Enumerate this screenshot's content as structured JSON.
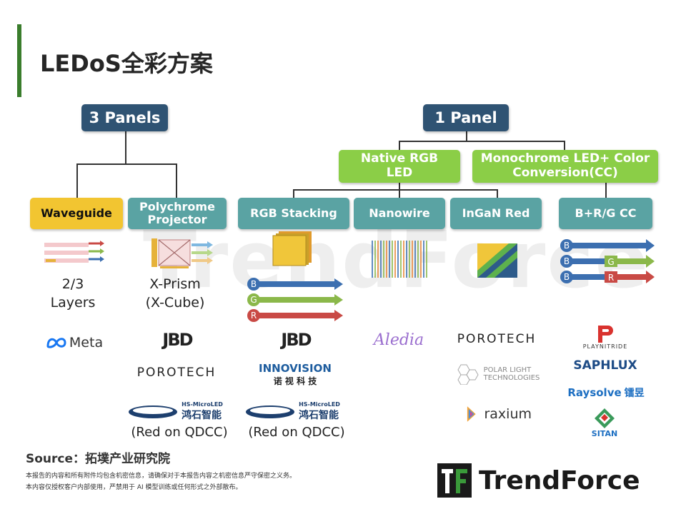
{
  "title": "LEDoS全彩方案",
  "nodes": {
    "three_panels": "3 Panels",
    "one_panel": "1 Panel",
    "native_rgb": "Native RGB LED",
    "mono_cc": "Monochrome  LED+ Color Conversion(CC)",
    "waveguide": "Waveguide",
    "polychrome": "Polychrome Projector",
    "rgb_stacking": "RGB Stacking",
    "nanowire": "Nanowire",
    "ingan_red": "InGaN Red",
    "brg_cc": "B+R/G CC"
  },
  "labels": {
    "layers_num": "2/3",
    "layers_word": "Layers",
    "xprism": "X-Prism",
    "xcube": "(X-Cube)",
    "red_qdcc_1": "(Red on QDCC)",
    "red_qdcc_2": "(Red on QDCC)"
  },
  "arrows": {
    "b": "B",
    "g": "G",
    "r": "R"
  },
  "logos": {
    "meta": "Meta",
    "jbd": "JBD",
    "porotech": "POROTECH",
    "hs_top": "HS-MicroLED",
    "hs_cn": "鸿石智能",
    "innovision": "INNOVISION",
    "innovision_cn": "诺 视 科 技",
    "aledia": "Aledia",
    "polar_1": "POLAR LIGHT",
    "polar_2": "TECHNOLOGIES",
    "raxium": "raxium",
    "playnitride": "PLAYNITRIDE",
    "saphlux": "SAPHLUX",
    "raysolve": "Raysolve",
    "raysolve_cn": "镭昱",
    "sitan": "SITAN"
  },
  "source": "Source：拓墣产业研究院",
  "notes": [
    "本报告的内容和所有附件均包含机密信息，请确保对于本报告内容之机密信息严守保密之义务。",
    "本内容仅授权客户内部使用，严禁用于 AI 模型训练或任何形式之外部散布。"
  ],
  "brand": "TrendForce",
  "colors": {
    "navy": "#2f5373",
    "green": "#8bce47",
    "teal": "#5aa3a3",
    "yellow": "#f2c531",
    "blue": "#3c6fb0",
    "arrow_green": "#8bb84a",
    "red": "#c94a45"
  }
}
